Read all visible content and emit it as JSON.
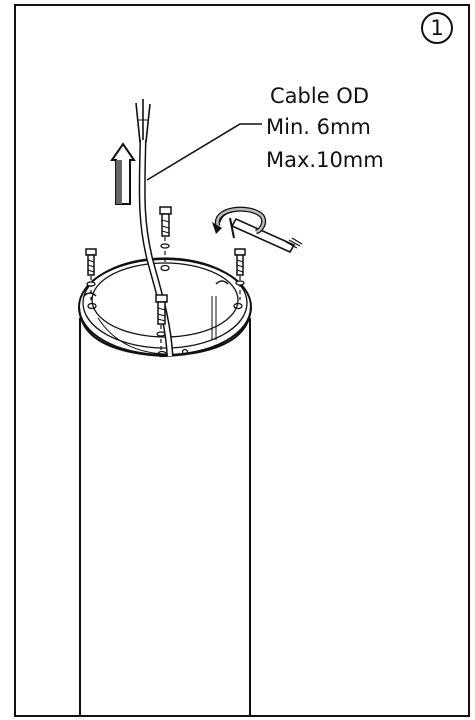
{
  "step": {
    "number": "1"
  },
  "cable_note": {
    "line1": "Cable OD",
    "line2": "Min. 6mm",
    "line3": "Max.10mm"
  }
}
